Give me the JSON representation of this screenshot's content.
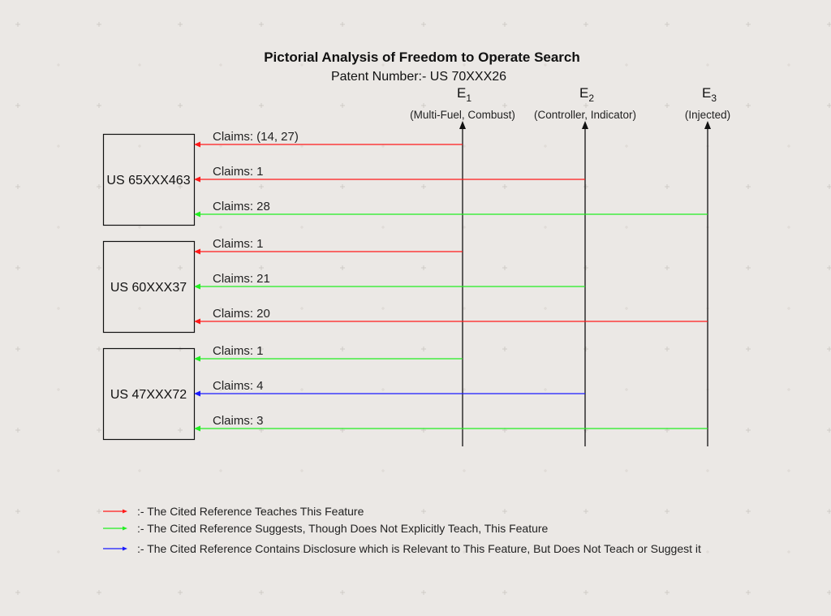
{
  "title": "Pictorial Analysis of Freedom to Operate Search",
  "subtitle": "Patent Number:- US 70XXX26",
  "colors": {
    "teaches": "#ff1a1a",
    "suggests": "#22ee22",
    "relevant": "#1a1aff",
    "background": "#ebe8e5"
  },
  "elements": [
    {
      "label": "E",
      "sub": "1",
      "desc": "(Multi-Fuel, Combust)"
    },
    {
      "label": "E",
      "sub": "2",
      "desc": "(Controller, Indicator)"
    },
    {
      "label": "E",
      "sub": "3",
      "desc": "(Injected)"
    }
  ],
  "references": [
    {
      "name": "US 65XXX463",
      "claims": [
        {
          "label": "Claims: (14, 27)",
          "element": 0,
          "type": "teaches"
        },
        {
          "label": "Claims: 1",
          "element": 1,
          "type": "teaches"
        },
        {
          "label": "Claims: 28",
          "element": 2,
          "type": "suggests"
        }
      ]
    },
    {
      "name": "US 60XXX37",
      "claims": [
        {
          "label": "Claims: 1",
          "element": 0,
          "type": "teaches"
        },
        {
          "label": "Claims: 21",
          "element": 1,
          "type": "suggests"
        },
        {
          "label": "Claims: 20",
          "element": 2,
          "type": "teaches"
        }
      ]
    },
    {
      "name": "US 47XXX72",
      "claims": [
        {
          "label": "Claims: 1",
          "element": 0,
          "type": "suggests"
        },
        {
          "label": "Claims: 4",
          "element": 1,
          "type": "relevant"
        },
        {
          "label": "Claims: 3",
          "element": 2,
          "type": "suggests"
        }
      ]
    }
  ],
  "legend": [
    {
      "type": "teaches",
      "text": ":- The Cited Reference Teaches This Feature"
    },
    {
      "type": "suggests",
      "text": ":- The Cited Reference Suggests, Though Does Not Explicitly Teach, This Feature"
    },
    {
      "type": "relevant",
      "text": ":- The Cited Reference Contains Disclosure which is Relevant to This Feature, But Does Not Teach or Suggest it"
    }
  ]
}
